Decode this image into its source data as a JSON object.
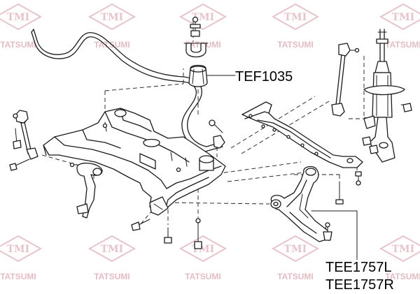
{
  "watermark": {
    "logo_text": "TMI",
    "brand_text": "TATSUMI"
  },
  "parts": {
    "stabilizer_bushing": {
      "code": "TEF1035"
    },
    "control_arm_left": {
      "code": "TEE1757L"
    },
    "control_arm_right": {
      "code": "TEE1757R"
    }
  }
}
